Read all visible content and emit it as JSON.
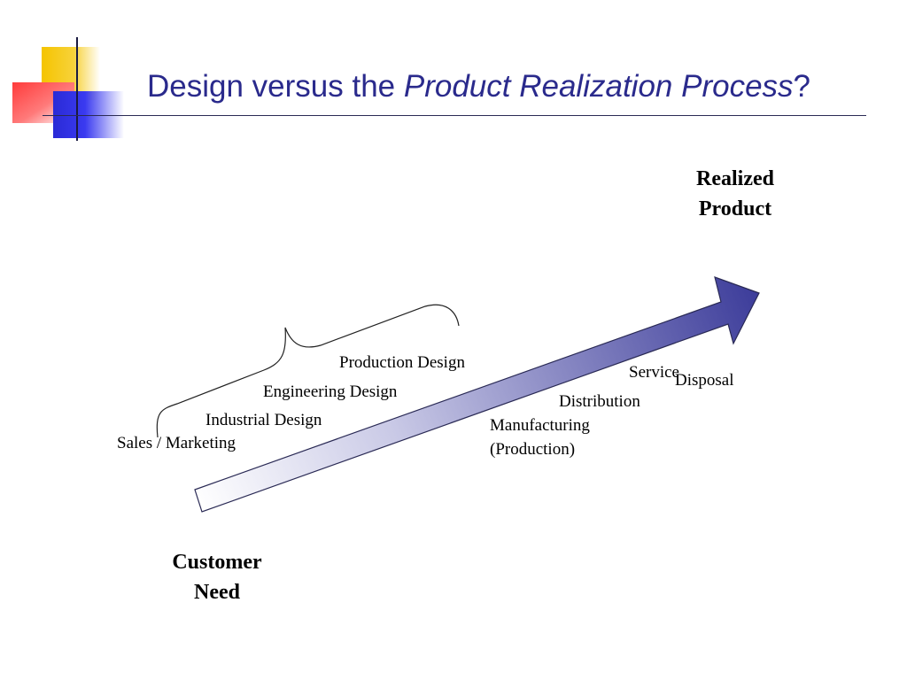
{
  "title": {
    "prefix": "Design versus the ",
    "emphasis": "Product Realization Process",
    "suffix": "?"
  },
  "diagram": {
    "start_label": {
      "line1": "Customer",
      "line2": "Need"
    },
    "end_label": {
      "line1": "Realized",
      "line2": "Product"
    },
    "design_stages": [
      "Sales / Marketing",
      "Industrial Design",
      "Engineering Design",
      "Production Design"
    ],
    "downstream_stages": {
      "manufacturing": "Manufacturing",
      "production": "(Production)",
      "distribution": "Distribution",
      "service": "Service",
      "disposal": "Disposal"
    }
  },
  "colors": {
    "title": "#2a2a8c",
    "arrow_dark": "#3c3c9a",
    "arrow_light": "#ffffff"
  }
}
